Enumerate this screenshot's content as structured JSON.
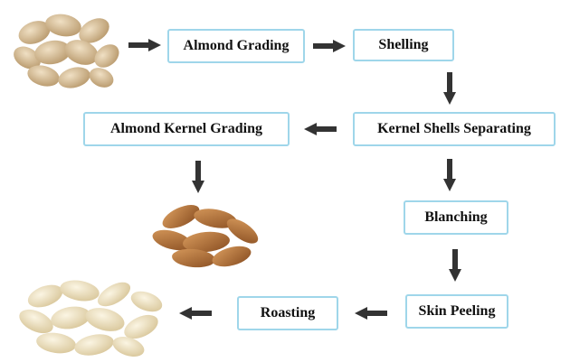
{
  "steps": {
    "grading": "Almond Grading",
    "shelling": "Shelling",
    "kernel_shells": "Kernel Shells Separating",
    "kernel_grading": "Almond Kernel Grading",
    "blanching": "Blanching",
    "skin_peeling": "Skin Peeling",
    "roasting": "Roasting"
  },
  "colors": {
    "box_border": "#9fd6ea",
    "arrow": "#333333",
    "shell": "#d9c3a0",
    "kernel": "#b8773b",
    "blanched": "#f1e7cc"
  },
  "images": {
    "raw_almonds": "in-shell-almonds-photo",
    "kernels": "almond-kernels-photo",
    "blanched": "blanched-almonds-photo"
  }
}
